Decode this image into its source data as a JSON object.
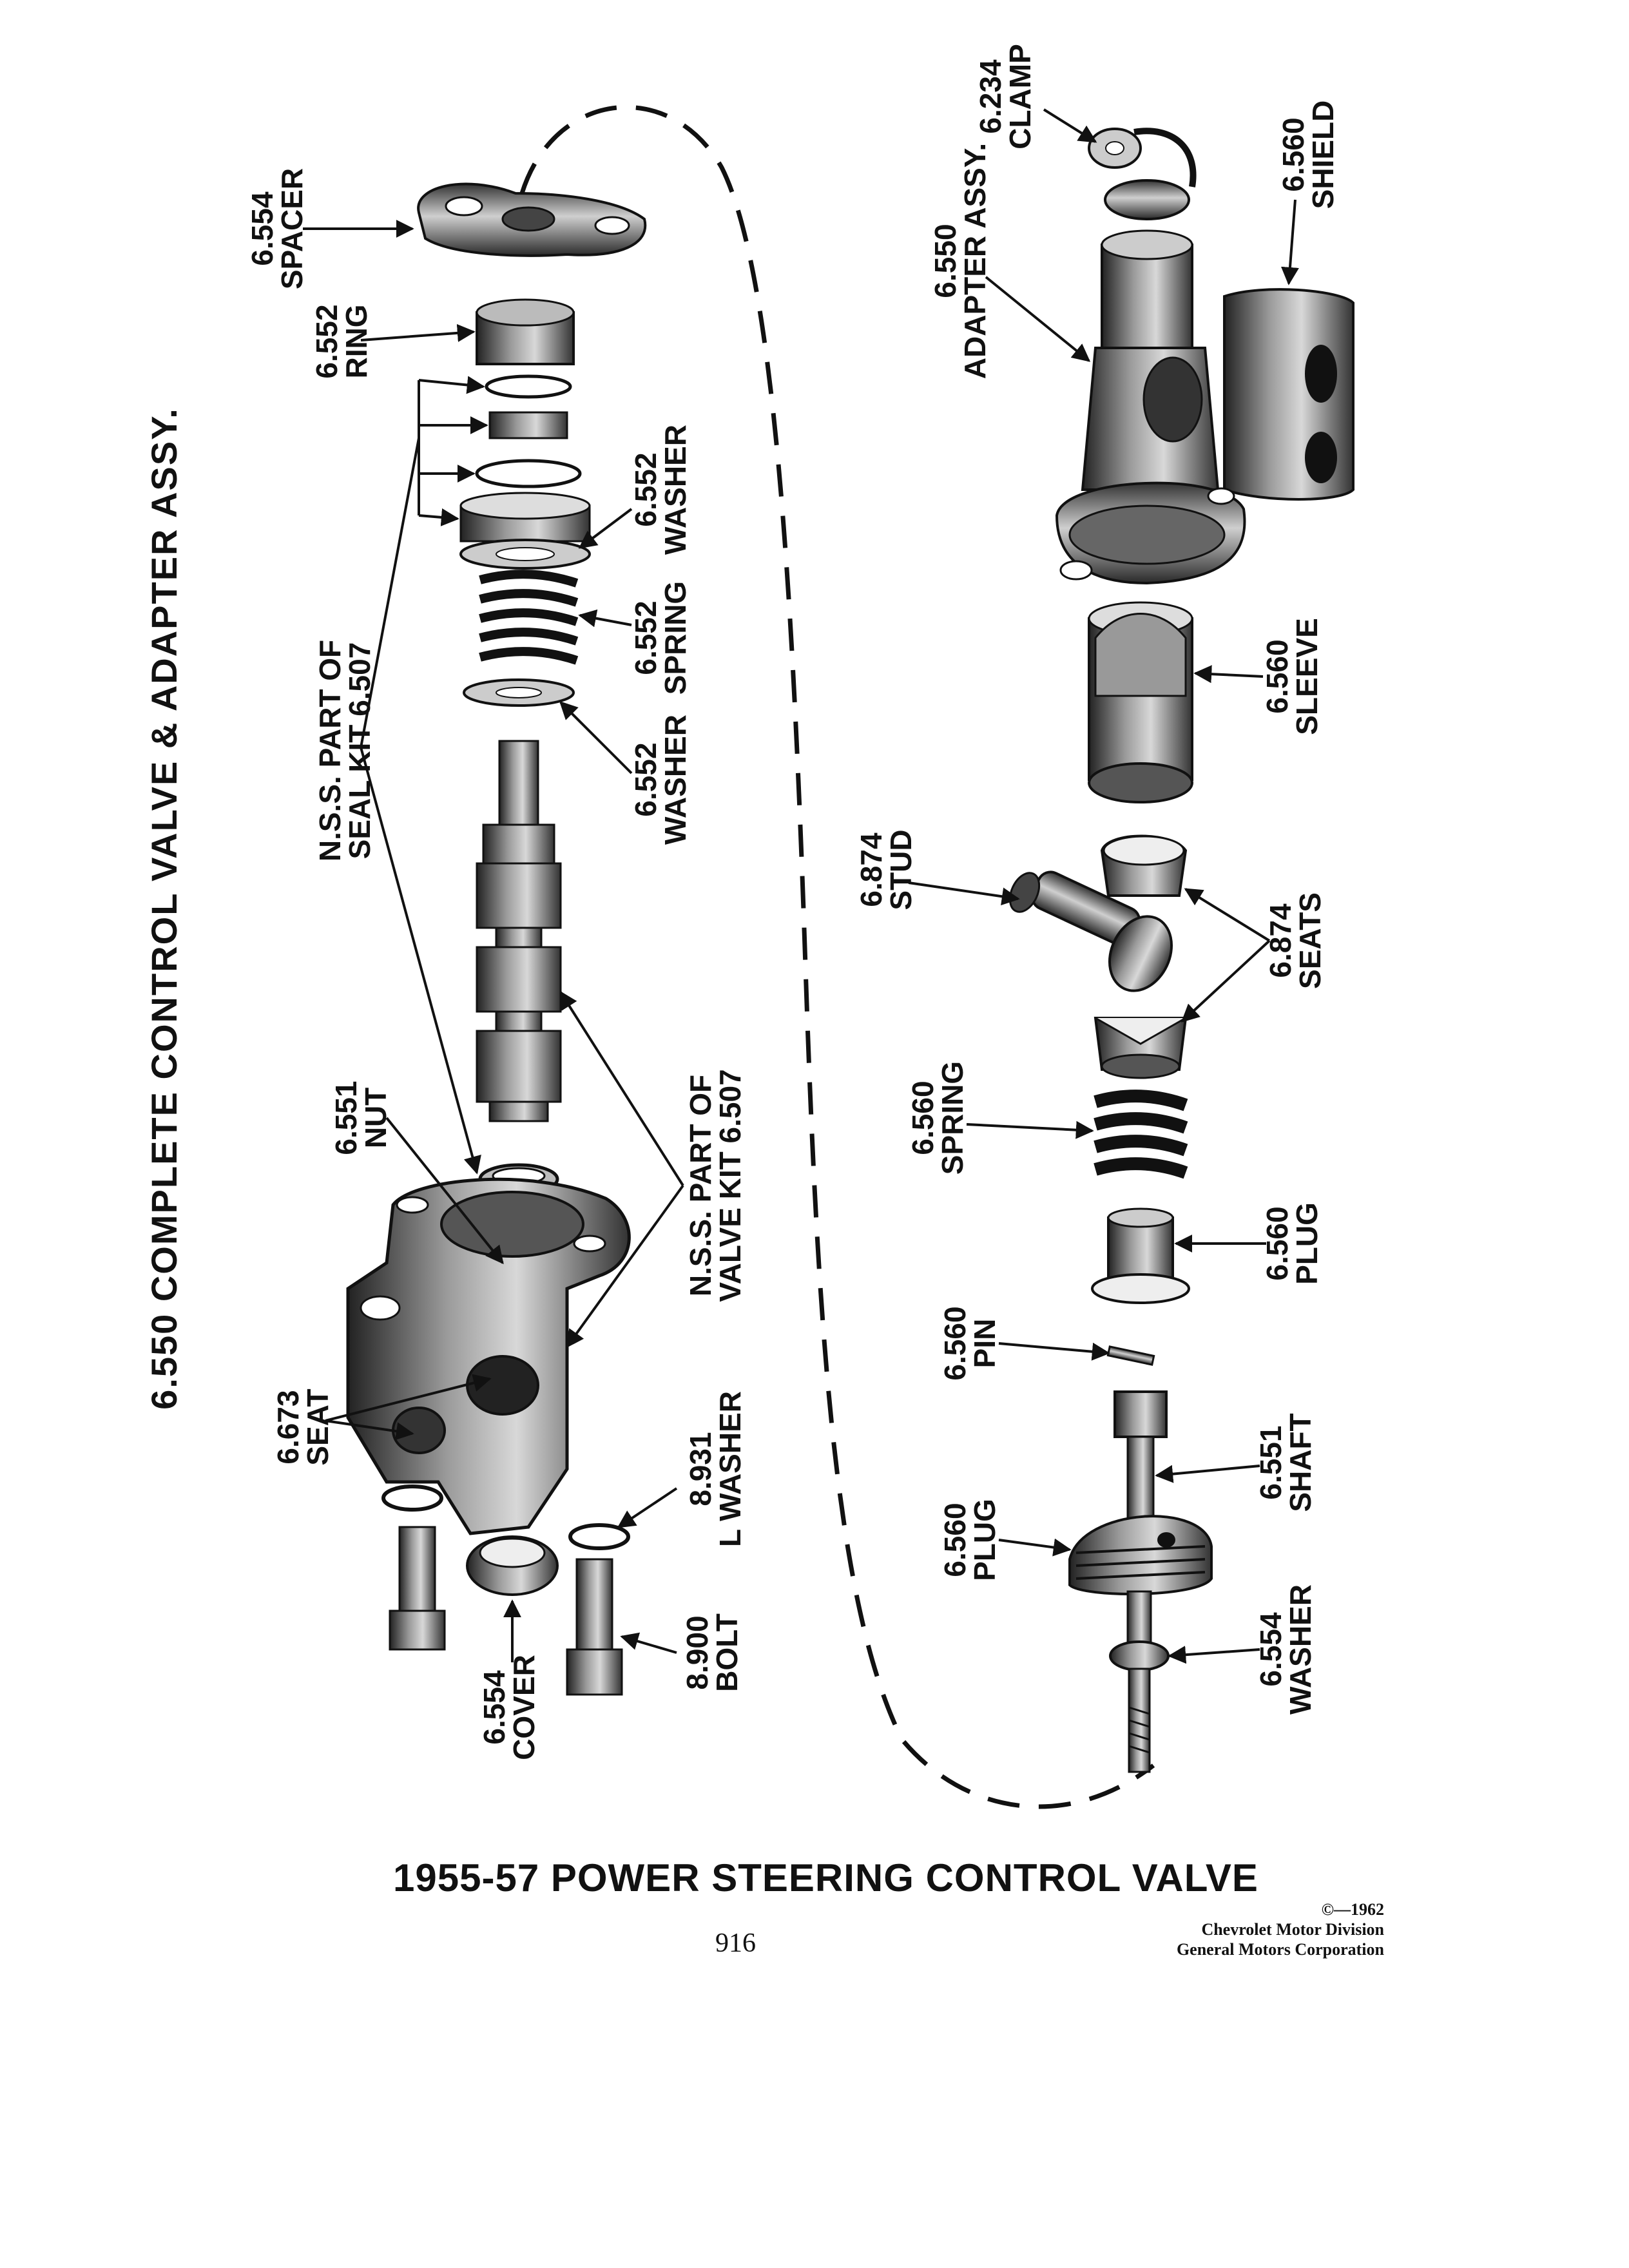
{
  "title_rotated": "6.550 COMPLETE CONTROL VALVE & ADAPTER ASSY.",
  "bottom_title": "1955-57 POWER STEERING CONTROL VALVE",
  "page_number": "916",
  "copyright": {
    "line1": "©—1962",
    "line2": "Chevrolet Motor Division",
    "line3": "General Motors Corporation"
  },
  "labels": {
    "spacer": [
      "6.554",
      "SPACER"
    ],
    "ring": [
      "6.552",
      "RING"
    ],
    "washer_upper": [
      "6.552",
      "WASHER"
    ],
    "spring_upper": [
      "6.552",
      "SPRING"
    ],
    "washer_lower": [
      "6.552",
      "WASHER"
    ],
    "nss_seal": [
      "N.S.S. PART OF",
      "SEAL KIT 6.507"
    ],
    "nut": [
      "6.551",
      "NUT"
    ],
    "nss_valve": [
      "N.S.S. PART OF",
      "VALVE KIT 6.507"
    ],
    "seat_673": [
      "6.673",
      "SEAT"
    ],
    "lwasher": [
      "8.931",
      "L WASHER"
    ],
    "cover": [
      "6.554",
      "COVER"
    ],
    "bolt": [
      "8.900",
      "BOLT"
    ],
    "clamp": [
      "6.234",
      "CLAMP"
    ],
    "shield": [
      "6.560",
      "SHIELD"
    ],
    "adapter": [
      "6.550",
      "ADAPTER ASSY."
    ],
    "sleeve": [
      "6.560",
      "SLEEVE"
    ],
    "stud": [
      "6.874",
      "STUD"
    ],
    "seats": [
      "6.874",
      "SEATS"
    ],
    "spring_560": [
      "6.560",
      "SPRING"
    ],
    "plug_upper": [
      "6.560",
      "PLUG"
    ],
    "pin": [
      "6.560",
      "PIN"
    ],
    "shaft": [
      "6.551",
      "SHAFT"
    ],
    "plug_lower": [
      "6.560",
      "PLUG"
    ],
    "washer_554": [
      "6.554",
      "WASHER"
    ]
  }
}
